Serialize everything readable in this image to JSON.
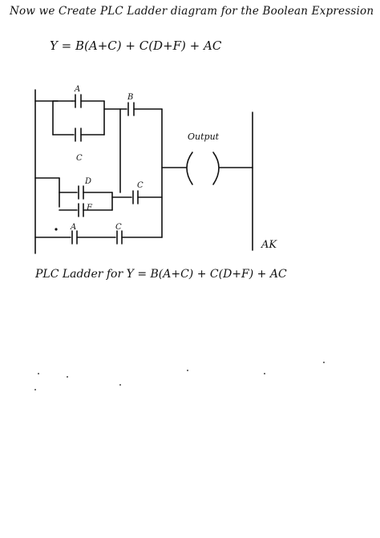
{
  "heading": "Now we Create PLC Ladder diagram for the Boolean Expression",
  "equation": "Y = B(A+C) + C(D+F) + AC",
  "diagram": {
    "contacts": {
      "A_top": "A",
      "C_mid": "C",
      "B": "B",
      "D": "D",
      "F": "F",
      "C_right": "C",
      "A_bottom": "A",
      "C_bottom": "C"
    },
    "output_label": "Output"
  },
  "caption": "PLC Ladder for Y = B(A+C) + C(D+F) + AC",
  "signature": "AK"
}
